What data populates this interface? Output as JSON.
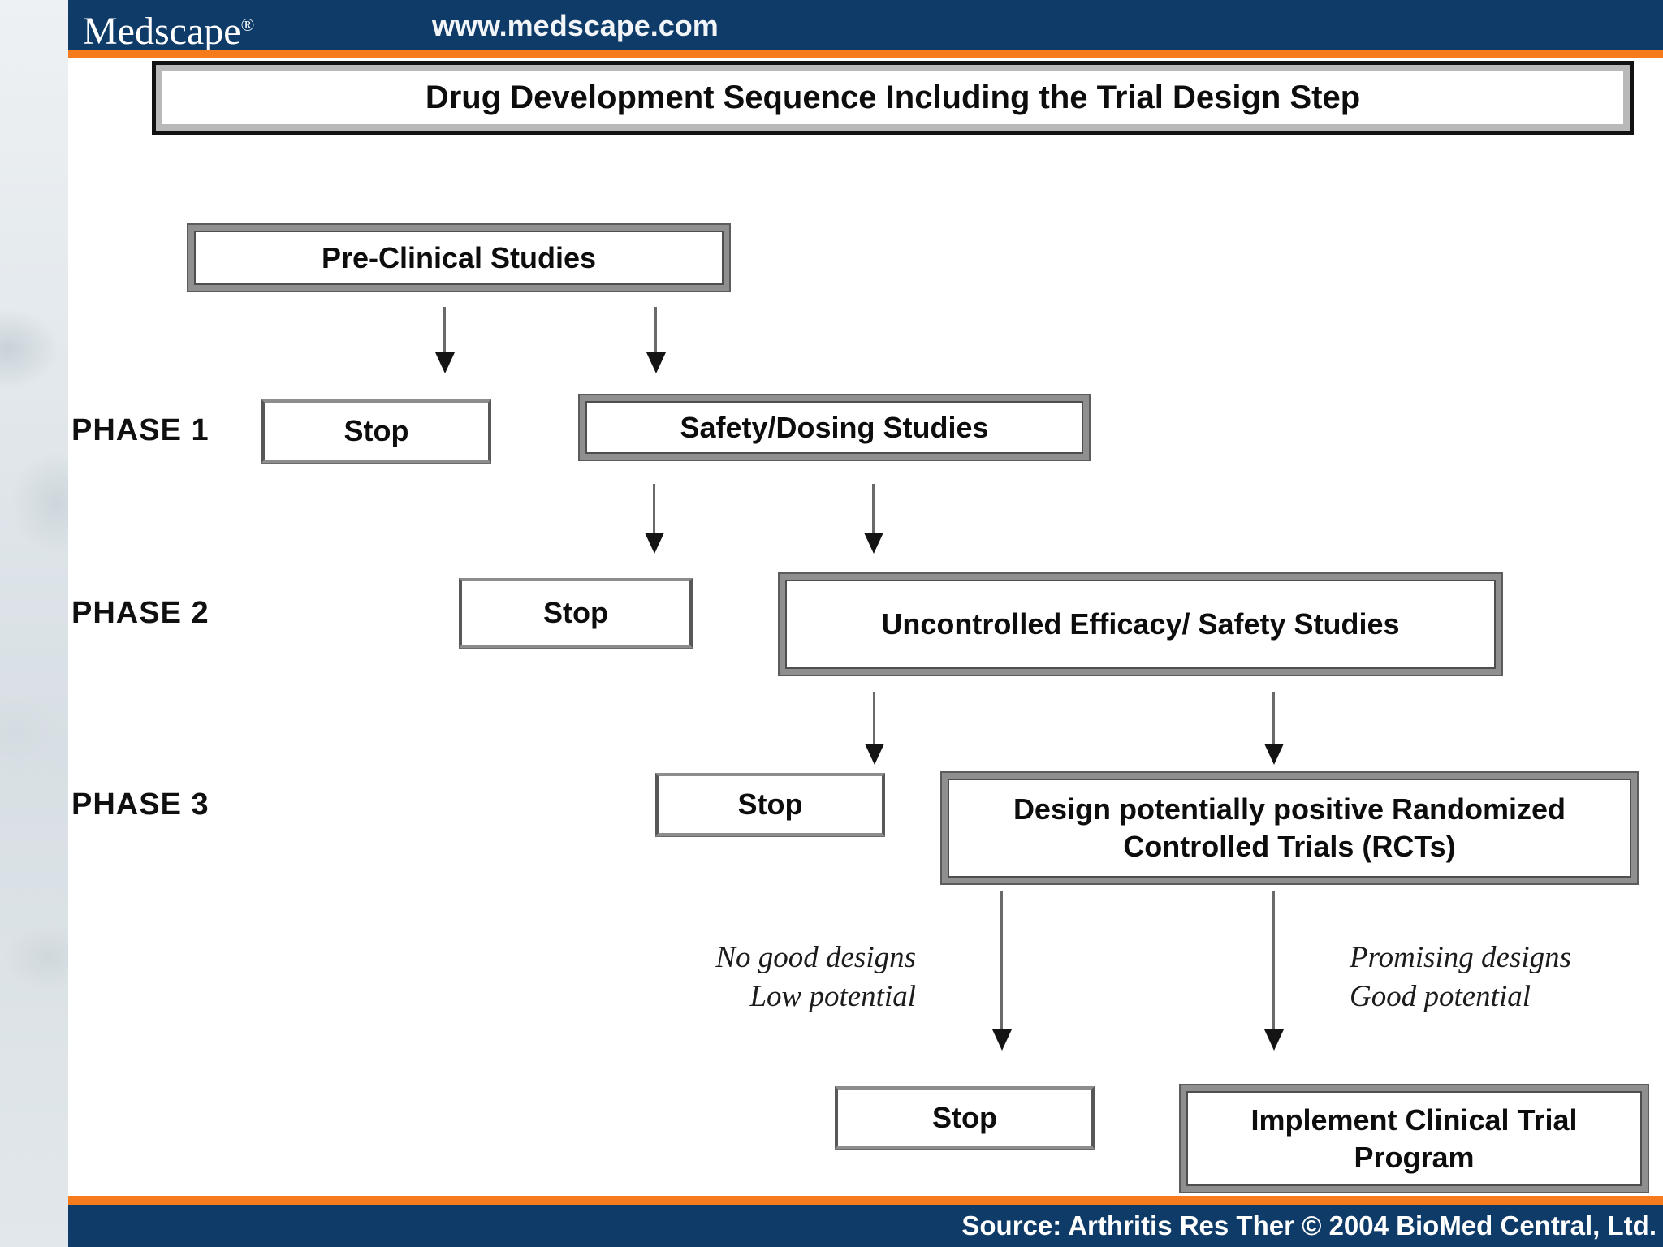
{
  "header": {
    "logo_text": "Medscape",
    "registered_mark": "®",
    "site_url": "www.medscape.com"
  },
  "slide": {
    "title": "Drug Development Sequence Including the Trial Design Step"
  },
  "flow": {
    "preclinical_label": "Pre-Clinical Studies",
    "phase1": {
      "name": "PHASE 1",
      "stop_label": "Stop",
      "study_label": "Safety/Dosing Studies"
    },
    "phase2": {
      "name": "PHASE 2",
      "stop_label": "Stop",
      "study_label": "Uncontrolled Efficacy/ Safety Studies"
    },
    "phase3": {
      "name": "PHASE 3",
      "stop_label": "Stop",
      "study_label": "Design potentially positive Randomized Controlled Trials (RCTs)"
    },
    "outcomes": {
      "negative_line1": "No good designs",
      "negative_line2": "Low potential",
      "positive_line1": "Promising designs",
      "positive_line2": "Good potential",
      "stop_label": "Stop",
      "implement_label": "Implement Clinical Trial Program"
    }
  },
  "footer": {
    "source": "Source: Arthritis Res Ther © 2004 BioMed Central, Ltd."
  },
  "colors": {
    "navy": "#0e3b68",
    "orange": "#f57b1d",
    "box_frame_gray": "#8f8f8f"
  }
}
